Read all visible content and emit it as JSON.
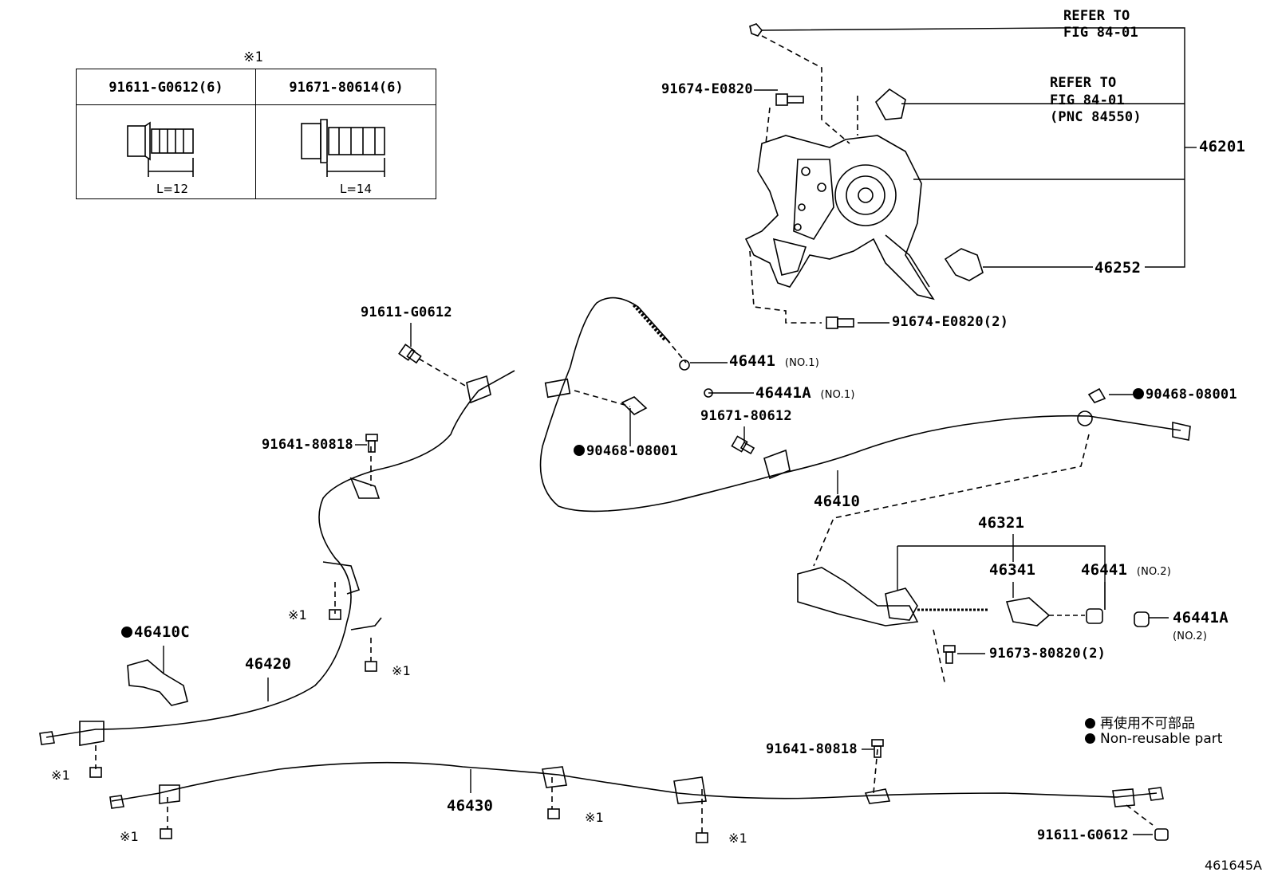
{
  "fastener_table": {
    "note_mark": "※1",
    "col1": {
      "part": "91611-G0612(6)",
      "length": "L=12"
    },
    "col2": {
      "part": "91671-80614(6)",
      "length": "L=14"
    }
  },
  "labels": {
    "refer1_line1": "REFER TO",
    "refer1_line2": "FIG 84-01",
    "refer2_line1": "REFER TO",
    "refer2_line2": "FIG 84-01",
    "refer2_line3": "(PNC 84550)",
    "p46201": "46201",
    "p91674_top": "91674-E0820",
    "p46252": "46252",
    "p91674_2": "91674-E0820(2)",
    "p46441_no1": "46441",
    "no1_a": "(NO.1)",
    "p46441A_no1": "46441A",
    "no1_b": "(NO.1)",
    "p90468_right": "90468-08001",
    "p91671": "91671-80612",
    "p90468_left": "90468-08001",
    "p46410": "46410",
    "p91611_top": "91611-G0612",
    "p91641_left": "91641-80818",
    "p46321": "46321",
    "p46341": "46341",
    "p46441_no2": "46441",
    "no2_a": "(NO.2)",
    "p46441A_no2": "46441A",
    "no2_b": "(NO.2)",
    "p91673": "91673-80820(2)",
    "p46410C": "46410C",
    "p46420": "46420",
    "ref1_a": "※1",
    "ref1_b": "※1",
    "ref1_c": "※1",
    "ref1_d": "※1",
    "ref1_e": "※1",
    "ref1_f": "※1",
    "p46430": "46430",
    "p91641_right": "91641-80818",
    "p91611_bottom": "91611-G0612"
  },
  "legend": {
    "jp": "再使用不可部品",
    "en": "Non-reusable part"
  },
  "figure_code": "461645A"
}
